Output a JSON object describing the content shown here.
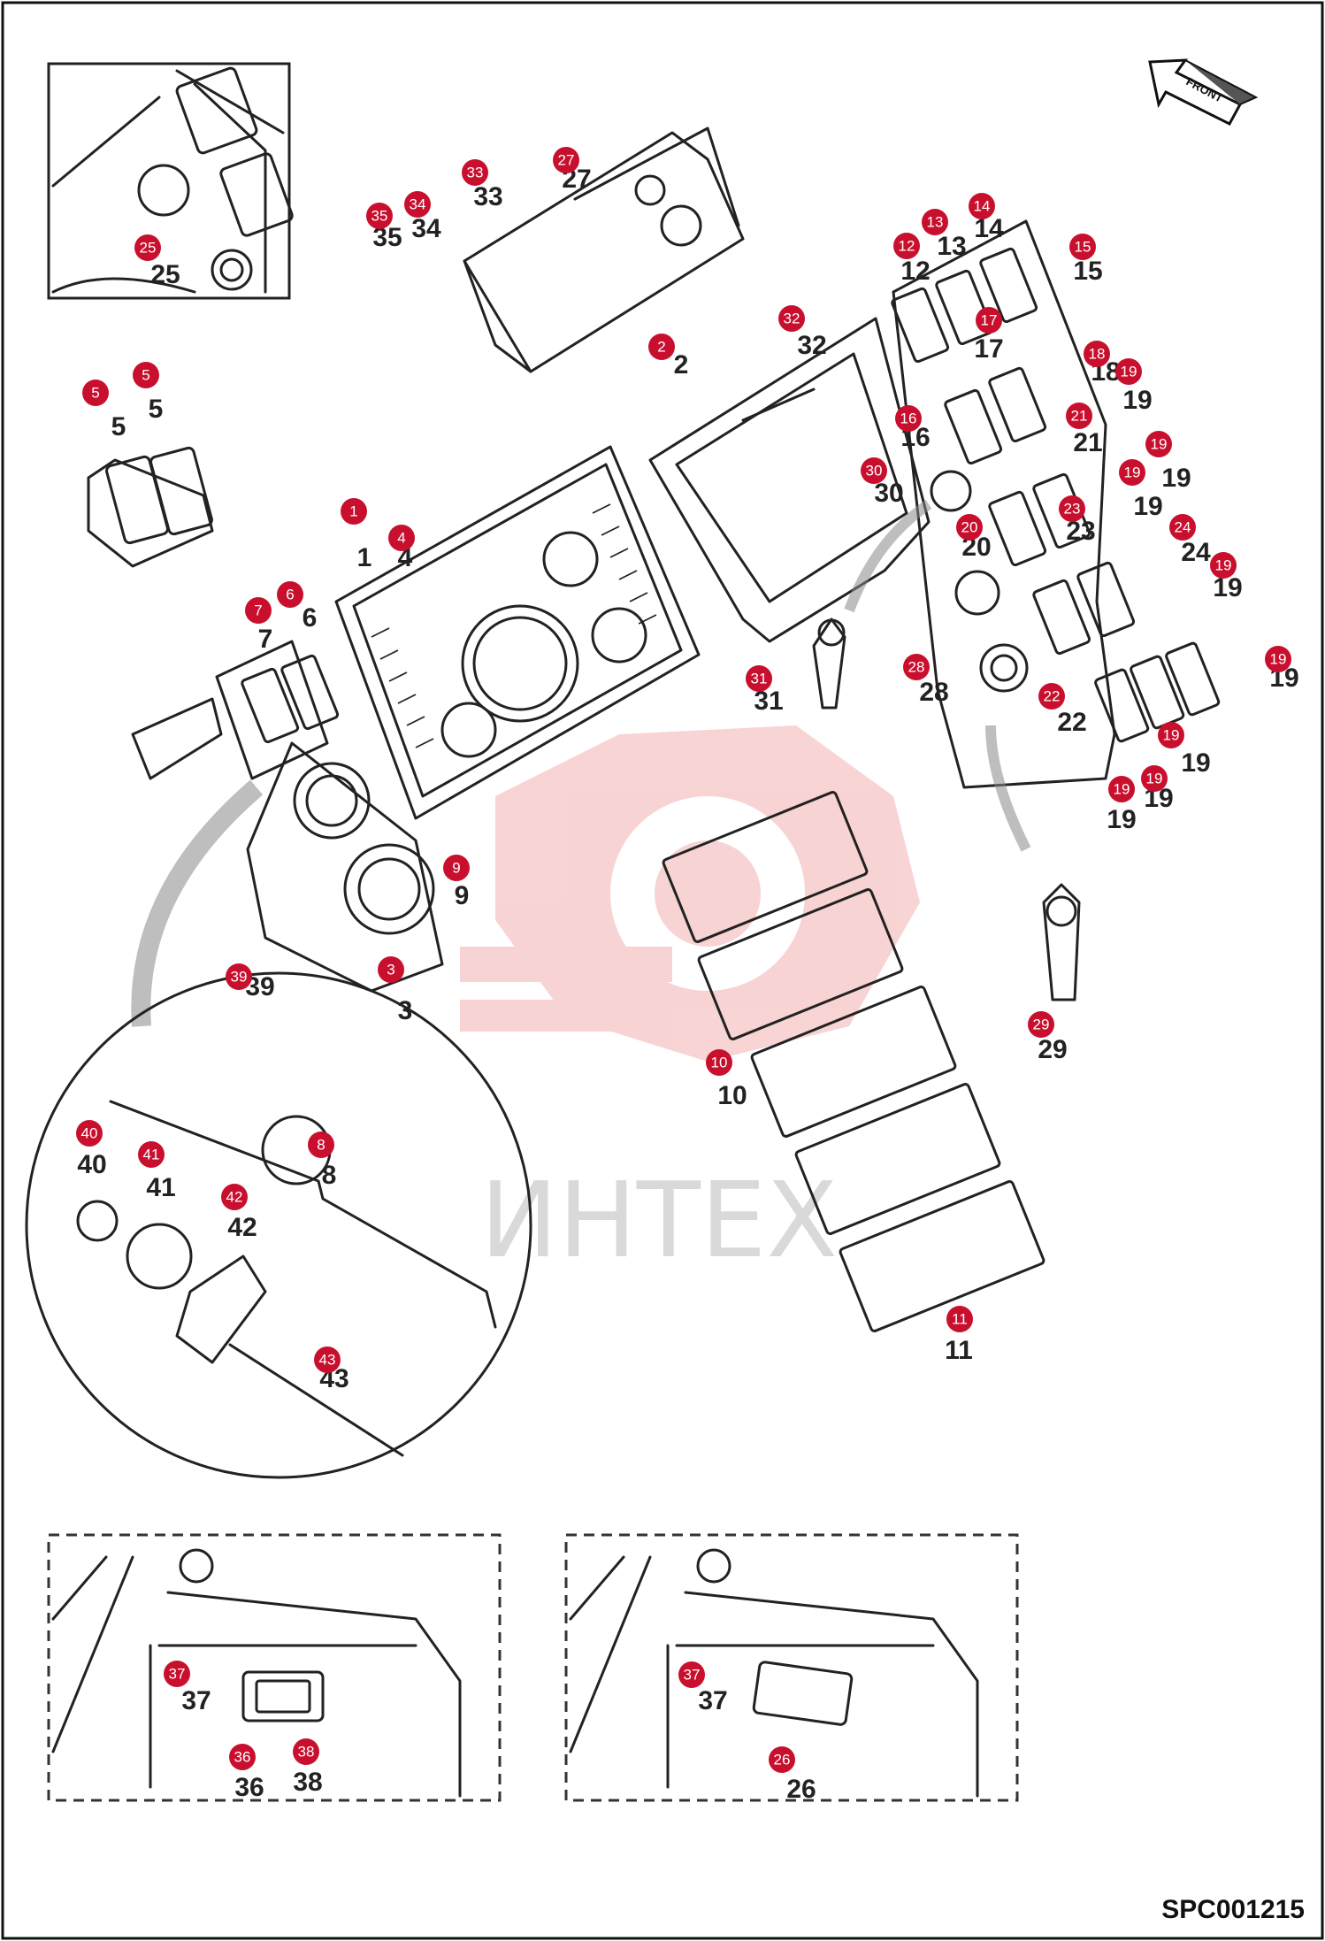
{
  "drawing_code": "SPC001215",
  "watermark": "ИНТЕХ",
  "front_label": "FRONT",
  "callouts": [
    {
      "id": "c1",
      "label": "1"
    },
    {
      "id": "c2",
      "label": "2"
    },
    {
      "id": "c3",
      "label": "3"
    },
    {
      "id": "c4",
      "label": "4"
    },
    {
      "id": "c5a",
      "label": "5"
    },
    {
      "id": "c5b",
      "label": "5"
    },
    {
      "id": "c6",
      "label": "6"
    },
    {
      "id": "c7",
      "label": "7"
    },
    {
      "id": "c8",
      "label": "8"
    },
    {
      "id": "c9",
      "label": "9"
    },
    {
      "id": "c10",
      "label": "10"
    },
    {
      "id": "c11",
      "label": "11"
    },
    {
      "id": "c12",
      "label": "12"
    },
    {
      "id": "c13",
      "label": "13"
    },
    {
      "id": "c14",
      "label": "14"
    },
    {
      "id": "c15",
      "label": "15"
    },
    {
      "id": "c16",
      "label": "16"
    },
    {
      "id": "c17",
      "label": "17"
    },
    {
      "id": "c18",
      "label": "18"
    },
    {
      "id": "c19a",
      "label": "19"
    },
    {
      "id": "c19b",
      "label": "19"
    },
    {
      "id": "c19c",
      "label": "19"
    },
    {
      "id": "c19d",
      "label": "19"
    },
    {
      "id": "c19e",
      "label": "19"
    },
    {
      "id": "c19f",
      "label": "19"
    },
    {
      "id": "c19g",
      "label": "19"
    },
    {
      "id": "c19h",
      "label": "19"
    },
    {
      "id": "c20",
      "label": "20"
    },
    {
      "id": "c21",
      "label": "21"
    },
    {
      "id": "c22",
      "label": "22"
    },
    {
      "id": "c23",
      "label": "23"
    },
    {
      "id": "c24",
      "label": "24"
    },
    {
      "id": "c25",
      "label": "25"
    },
    {
      "id": "c26",
      "label": "26"
    },
    {
      "id": "c27",
      "label": "27"
    },
    {
      "id": "c28",
      "label": "28"
    },
    {
      "id": "c29",
      "label": "29"
    },
    {
      "id": "c30",
      "label": "30"
    },
    {
      "id": "c31",
      "label": "31"
    },
    {
      "id": "c32",
      "label": "32"
    },
    {
      "id": "c33",
      "label": "33"
    },
    {
      "id": "c34",
      "label": "34"
    },
    {
      "id": "c35",
      "label": "35"
    },
    {
      "id": "c36",
      "label": "36"
    },
    {
      "id": "c37a",
      "label": "37"
    },
    {
      "id": "c37b",
      "label": "37"
    },
    {
      "id": "c38",
      "label": "38"
    },
    {
      "id": "c39",
      "label": "39"
    },
    {
      "id": "c40",
      "label": "40"
    },
    {
      "id": "c41",
      "label": "41"
    },
    {
      "id": "c42",
      "label": "42"
    },
    {
      "id": "c43",
      "label": "43"
    }
  ],
  "colors": {
    "callout_fill": "#c8102e",
    "ink": "#222222",
    "watermark": "#f3a5a5"
  }
}
